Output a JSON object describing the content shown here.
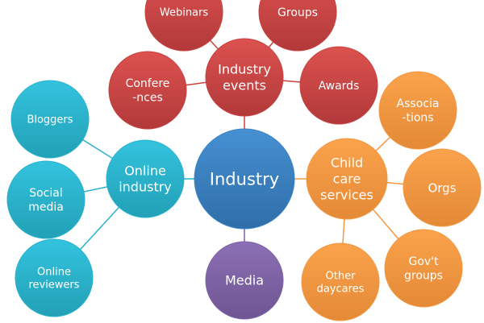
{
  "colors": {
    "red": "#c8403e",
    "teal": "#28b2cc",
    "blue": "#3b82c4",
    "purple": "#7d63a4",
    "orange": "#f29842"
  },
  "nodes": {
    "industry": {
      "lines": [
        "Industry"
      ],
      "color": "blue"
    },
    "industry_events": {
      "lines": [
        "Industry",
        "events"
      ],
      "color": "red"
    },
    "webinars": {
      "lines": [
        "Webinars"
      ],
      "color": "red"
    },
    "groups": {
      "lines": [
        "Groups"
      ],
      "color": "red"
    },
    "conferences": {
      "lines": [
        "Confere",
        "-nces"
      ],
      "color": "red"
    },
    "awards": {
      "lines": [
        "Awards"
      ],
      "color": "red"
    },
    "online_industry": {
      "lines": [
        "Online",
        "industry"
      ],
      "color": "teal"
    },
    "bloggers": {
      "lines": [
        "Bloggers"
      ],
      "color": "teal"
    },
    "social_media": {
      "lines": [
        "Social",
        "media"
      ],
      "color": "teal"
    },
    "online_reviewers": {
      "lines": [
        "Online",
        "reviewers"
      ],
      "color": "teal"
    },
    "media": {
      "lines": [
        "Media"
      ],
      "color": "purple"
    },
    "child_care_services": {
      "lines": [
        "Child",
        "care",
        "services"
      ],
      "color": "orange"
    },
    "associations": {
      "lines": [
        "Associa",
        "-tions"
      ],
      "color": "orange"
    },
    "orgs": {
      "lines": [
        "Orgs"
      ],
      "color": "orange"
    },
    "govt_groups": {
      "lines": [
        "Gov't",
        "groups"
      ],
      "color": "orange"
    },
    "other_daycares": {
      "lines": [
        "Other",
        "daycares"
      ],
      "color": "orange"
    }
  },
  "edges": [
    [
      "industry",
      "industry_events"
    ],
    [
      "industry",
      "online_industry"
    ],
    [
      "industry",
      "media"
    ],
    [
      "industry",
      "child_care_services"
    ],
    [
      "industry_events",
      "webinars"
    ],
    [
      "industry_events",
      "groups"
    ],
    [
      "industry_events",
      "conferences"
    ],
    [
      "industry_events",
      "awards"
    ],
    [
      "online_industry",
      "bloggers"
    ],
    [
      "online_industry",
      "social_media"
    ],
    [
      "online_industry",
      "online_reviewers"
    ],
    [
      "child_care_services",
      "associations"
    ],
    [
      "child_care_services",
      "orgs"
    ],
    [
      "child_care_services",
      "govt_groups"
    ],
    [
      "child_care_services",
      "other_daycares"
    ]
  ]
}
